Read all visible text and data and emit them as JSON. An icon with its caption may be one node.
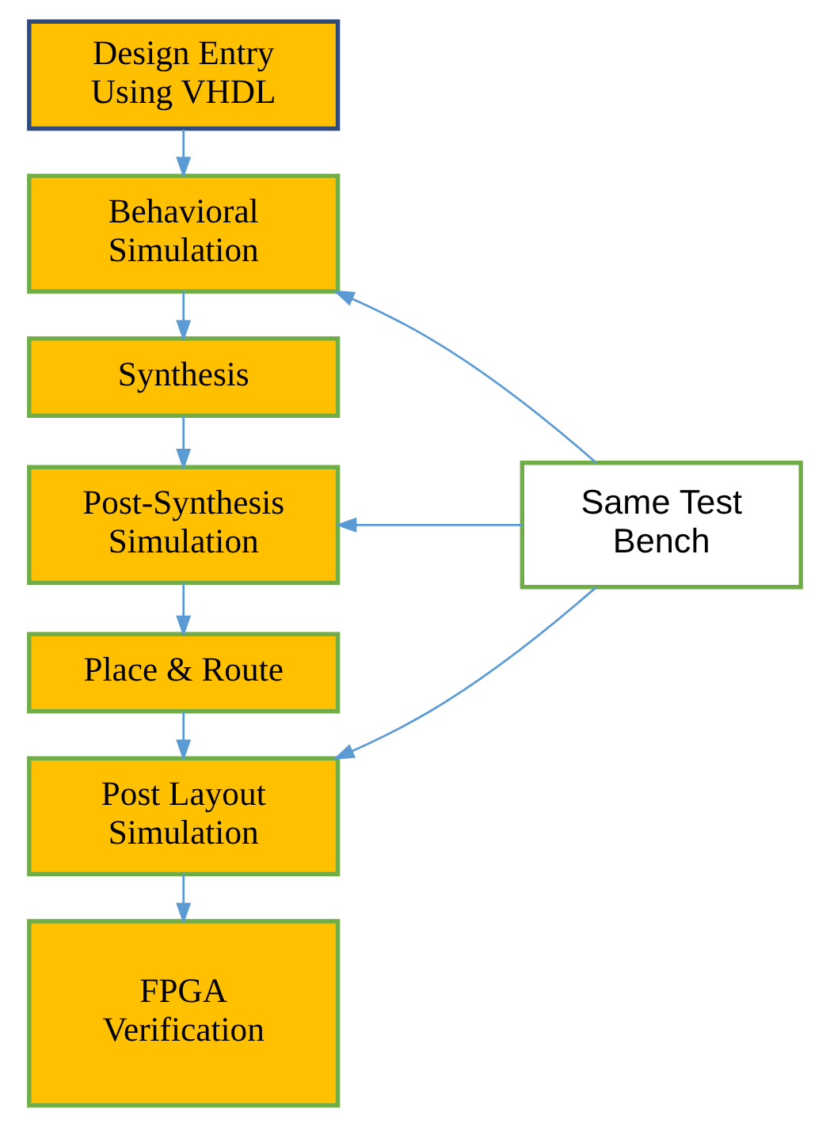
{
  "diagram": {
    "nodes": [
      {
        "text": [
          "Design Entry Using VHDL"
        ]
      },
      {
        "text": [
          "Behavioral Simulation"
        ]
      },
      {
        "text": [
          "Synthesis"
        ]
      },
      {
        "text": [
          "Post-Synthesis Simulation"
        ]
      },
      {
        "text": [
          "Place & Route"
        ]
      },
      {
        "text": [
          "Post Layout Simulation"
        ]
      },
      {
        "text": [
          "FPGA Verification"
        ]
      },
      {
        "text": [
          "Same Test Bench"
        ]
      }
    ],
    "edges": [
      {
        "from": 0,
        "to": 1,
        "arrow": "to"
      },
      {
        "from": 1,
        "to": 2,
        "arrow": "to"
      },
      {
        "from": 2,
        "to": 3,
        "arrow": "to"
      },
      {
        "from": 3,
        "to": 4,
        "arrow": "to"
      },
      {
        "from": 4,
        "to": 5,
        "arrow": "to"
      },
      {
        "from": 5,
        "to": 6,
        "arrow": "to"
      },
      {
        "from": 7,
        "to": 1,
        "arrow": "to"
      },
      {
        "from": 7,
        "to": 3,
        "arrow": "to"
      },
      {
        "from": 7,
        "to": 5,
        "arrow": "to"
      }
    ]
  }
}
